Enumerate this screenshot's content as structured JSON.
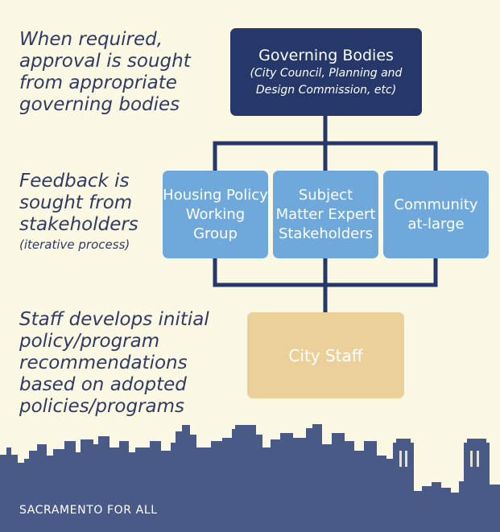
{
  "captions": {
    "approval": "When required, approval is sought from appropriate governing bodies",
    "feedback": "Feedback is sought from stakeholders",
    "feedback_note": "(iterative process)",
    "staff": "Staff develops initial policy/program recommendations based on adopted policies/programs"
  },
  "governing": {
    "title": "Governing Bodies",
    "subtitle": "(City Council, Planning and Design Commission, etc)"
  },
  "stakeholders": [
    {
      "label": "Housing Policy Working Group"
    },
    {
      "label": "Subject Matter Expert Stakeholders"
    },
    {
      "label": "Community at-large"
    }
  ],
  "staff_box": {
    "label": "City Staff"
  },
  "footer": {
    "label": "SACRAMENTO FOR ALL"
  },
  "colors": {
    "background": "#fbf8e4",
    "text": "#303a63",
    "governing_box": "#253869",
    "stakeholder_box": "#6fa9db",
    "staff_box": "#ecd09a",
    "skyline": "#4a5a86"
  }
}
